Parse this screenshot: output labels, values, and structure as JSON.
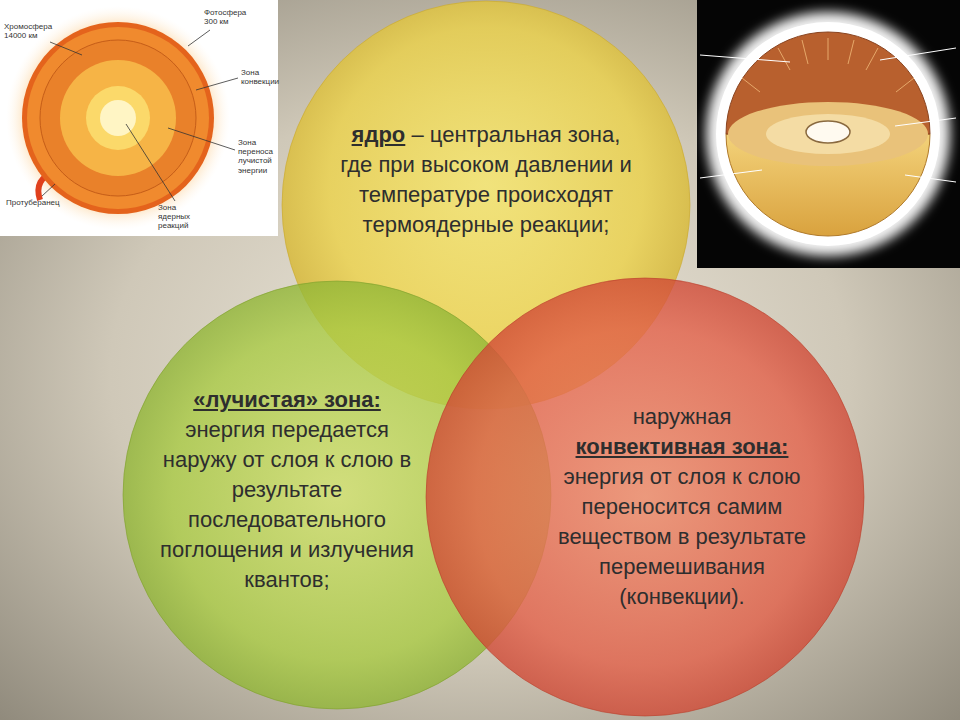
{
  "diagram": {
    "nodes": [
      {
        "text": [
          "ядро",
          "– центральная зона, где при высоком давлении и температуре происходят термоядерные реакции;"
        ]
      },
      {
        "text": [
          "«лучистая» зона:",
          "энергия передается наружу от слоя к слою в результате последовательного поглощения и излучения квантов;"
        ]
      },
      {
        "text": [
          "наружная",
          "конвективная зона:",
          "энергия от слоя к слою переносится самим веществом в результате перемешивания (конвекции)."
        ]
      }
    ],
    "labels": [
      "Хромосфера 14000 км",
      "Фотосфера 300 км",
      "Зона конвекции",
      "Зона переноса лучистой энергии",
      "Протуберанец",
      "Зона ядерных реакций"
    ]
  }
}
